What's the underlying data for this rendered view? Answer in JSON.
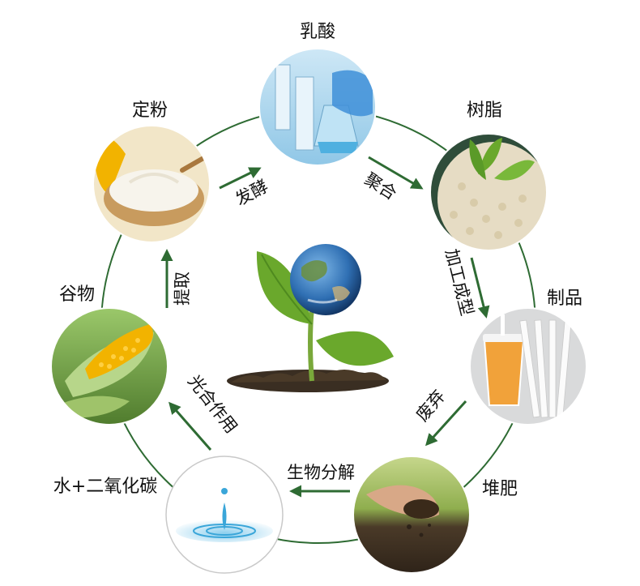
{
  "title": "",
  "colors": {
    "cycle_line": "#2e6b33",
    "arrow": "#2e6b33",
    "leaf_green": "#6aa82c",
    "soil_brown": "#4a3a28",
    "earth_blue": "#2f6fb3",
    "water_blue": "#3aa6d9",
    "corn_yellow": "#f2b300",
    "starch_cream": "#f3ecdc",
    "resin_beige": "#e6dcc4"
  },
  "nodes": [
    {
      "id": "lactic-acid",
      "label": "乳酸",
      "icon": "lab-glassware-photo"
    },
    {
      "id": "resin",
      "label": "树脂",
      "icon": "resin-pellets-photo"
    },
    {
      "id": "products",
      "label": "制品",
      "icon": "cup-and-straws-photo"
    },
    {
      "id": "compost",
      "label": "堆肥",
      "icon": "hand-soil-photo"
    },
    {
      "id": "water-co2",
      "label": "水+二氧化碳",
      "icon": "water-drop-photo"
    },
    {
      "id": "grain",
      "label": "谷物",
      "icon": "corn-cob-photo"
    },
    {
      "id": "starch",
      "label": "定粉",
      "icon": "starch-bowl-photo"
    }
  ],
  "edges": [
    {
      "from": "starch",
      "to": "lactic-acid",
      "label": "发酵"
    },
    {
      "from": "lactic-acid",
      "to": "resin",
      "label": "聚合"
    },
    {
      "from": "resin",
      "to": "products",
      "label": "加工成型"
    },
    {
      "from": "products",
      "to": "compost",
      "label": "废弃"
    },
    {
      "from": "compost",
      "to": "water-co2",
      "label": "生物分解"
    },
    {
      "from": "water-co2",
      "to": "grain",
      "label": "光合作用"
    },
    {
      "from": "grain",
      "to": "starch",
      "label": "提取"
    }
  ],
  "center": {
    "icon": "earth-seedling-photo"
  }
}
